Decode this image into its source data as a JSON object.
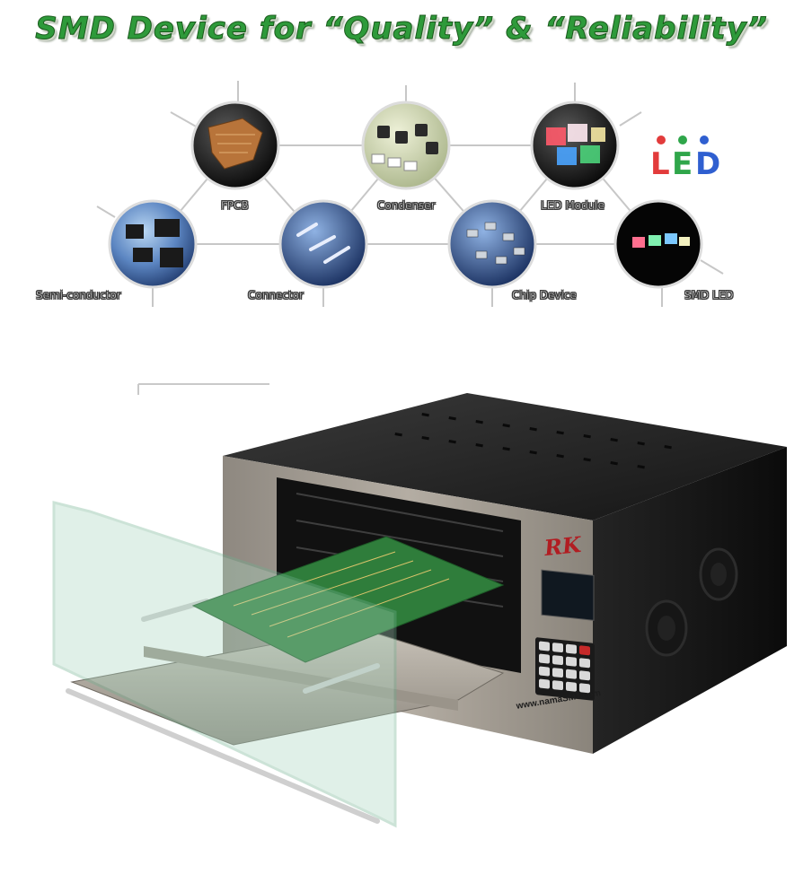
{
  "title": "SMD Device for “Quality” & “Reliability”",
  "diagram": {
    "nodes": [
      {
        "label": "FPCB",
        "icon": "fpcb-icon"
      },
      {
        "label": "Condenser",
        "icon": "condenser-icon"
      },
      {
        "label": "LED Module",
        "icon": "led-module-icon"
      },
      {
        "label": "Semi-conductor",
        "icon": "semiconductor-icon"
      },
      {
        "label": "Connector",
        "icon": "connector-icon"
      },
      {
        "label": "Chip Device",
        "icon": "chip-device-icon"
      },
      {
        "label": "SMD LED",
        "icon": "smd-led-icon"
      }
    ],
    "led_logo": "LED"
  },
  "machine": {
    "brand": "RK",
    "website": "www.namaSMT.com"
  },
  "colors": {
    "title_green": "#2e9a3a",
    "brand_red": "#b11d22",
    "machine_dark": "#1b1b1b",
    "steel": "#a9a39b",
    "pcb_green": "#2f7d3b",
    "glass": "#a9d6bf"
  }
}
